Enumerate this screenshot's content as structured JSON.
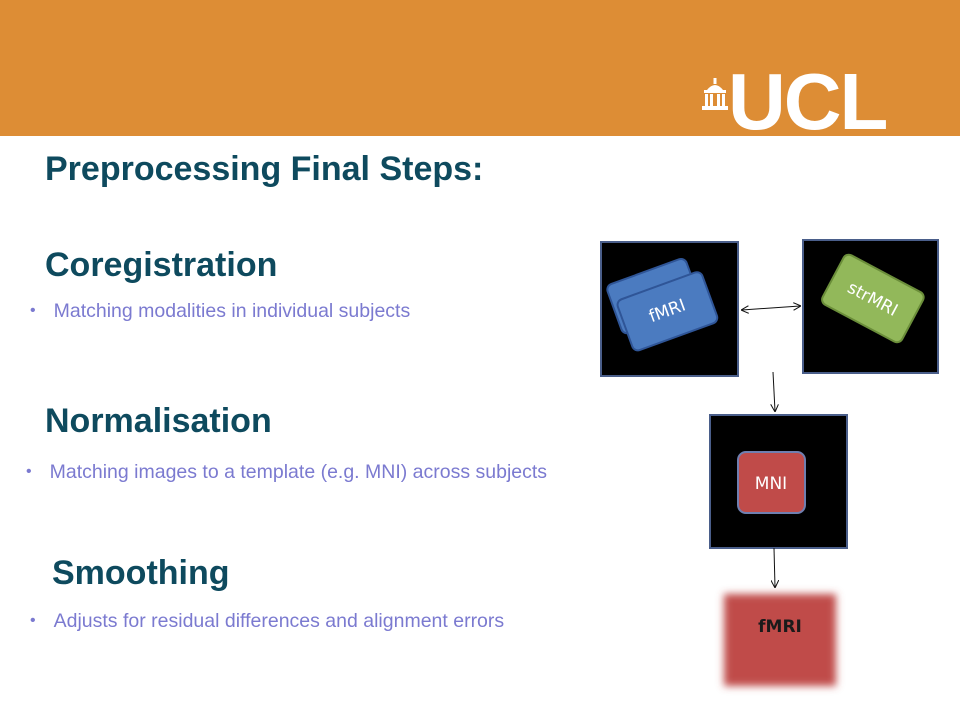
{
  "logo": {
    "text": "UCL"
  },
  "slide": {
    "title": "Preprocessing Final Steps:",
    "sections": [
      {
        "heading": "Coregistration",
        "bullet": "Matching modalities in individual subjects"
      },
      {
        "heading": "Normalisation",
        "bullet": "Matching images to a template (e.g. MNI) across subjects"
      },
      {
        "heading": "Smoothing",
        "bullet": "Adjusts for residual differences and alignment errors"
      }
    ]
  },
  "diagram": {
    "fmri_label": "fMRI",
    "strmri_label": "strMRI",
    "mni_label": "MNI",
    "smoothed_label": "fMRI"
  },
  "colors": {
    "banner": "#dd8d35",
    "heading": "#0e4a5e",
    "bullet": "#7b7ad0",
    "fmri_card": "#4b7bc0",
    "strmri_card": "#92b85a",
    "mni_card": "#c04b49"
  }
}
